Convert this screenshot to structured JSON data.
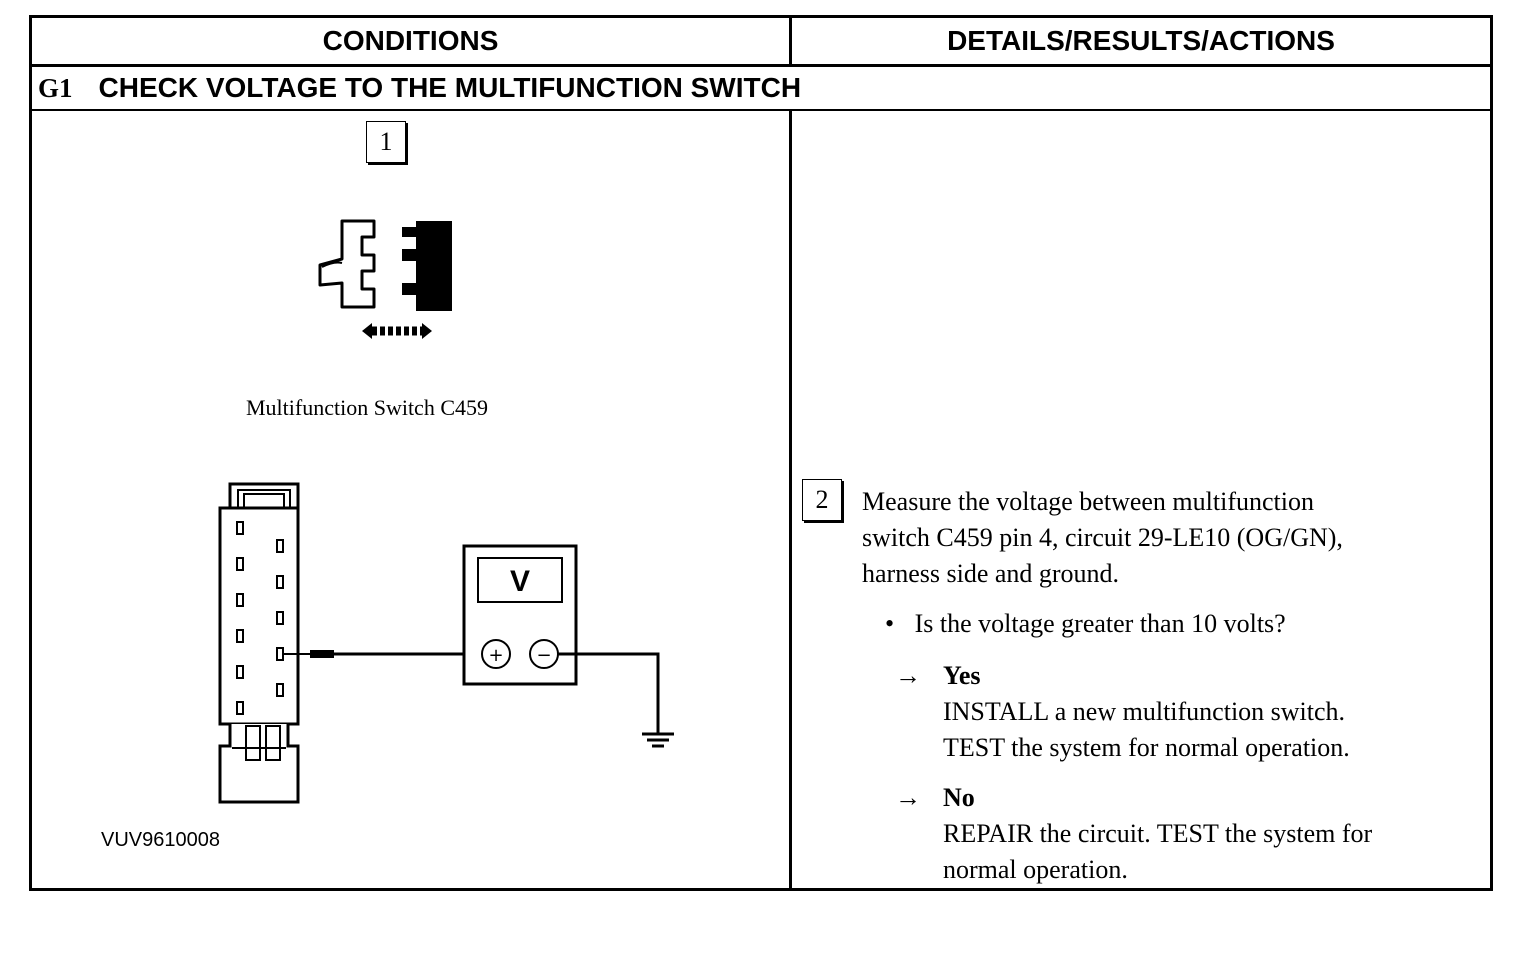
{
  "header": {
    "conditions": "CONDITIONS",
    "details": "DETAILS/RESULTS/ACTIONS"
  },
  "section": {
    "id": "G1",
    "title": "CHECK VOLTAGE TO THE MULTIFUNCTION SWITCH"
  },
  "figure": {
    "step_number": "1",
    "connector_caption": "Multifunction Switch C459",
    "meter_label": "V",
    "plus_symbol": "+",
    "minus_symbol": "−",
    "figure_ref": "VUV9610008"
  },
  "step2": {
    "number": "2",
    "instruction_lines": [
      "Measure the voltage between multifunction",
      "switch C459 pin 4, circuit 29-LE10 (OG/GN),",
      "harness side and ground."
    ],
    "question_bullet": "•",
    "question": "Is the voltage greater than 10 volts?",
    "arrow": "→",
    "yes": {
      "label": "Yes",
      "lines": [
        "INSTALL a new multifunction switch.",
        "TEST the system for normal operation."
      ]
    },
    "no": {
      "label": "No",
      "lines": [
        "REPAIR the circuit. TEST the system for",
        "normal operation."
      ]
    }
  }
}
